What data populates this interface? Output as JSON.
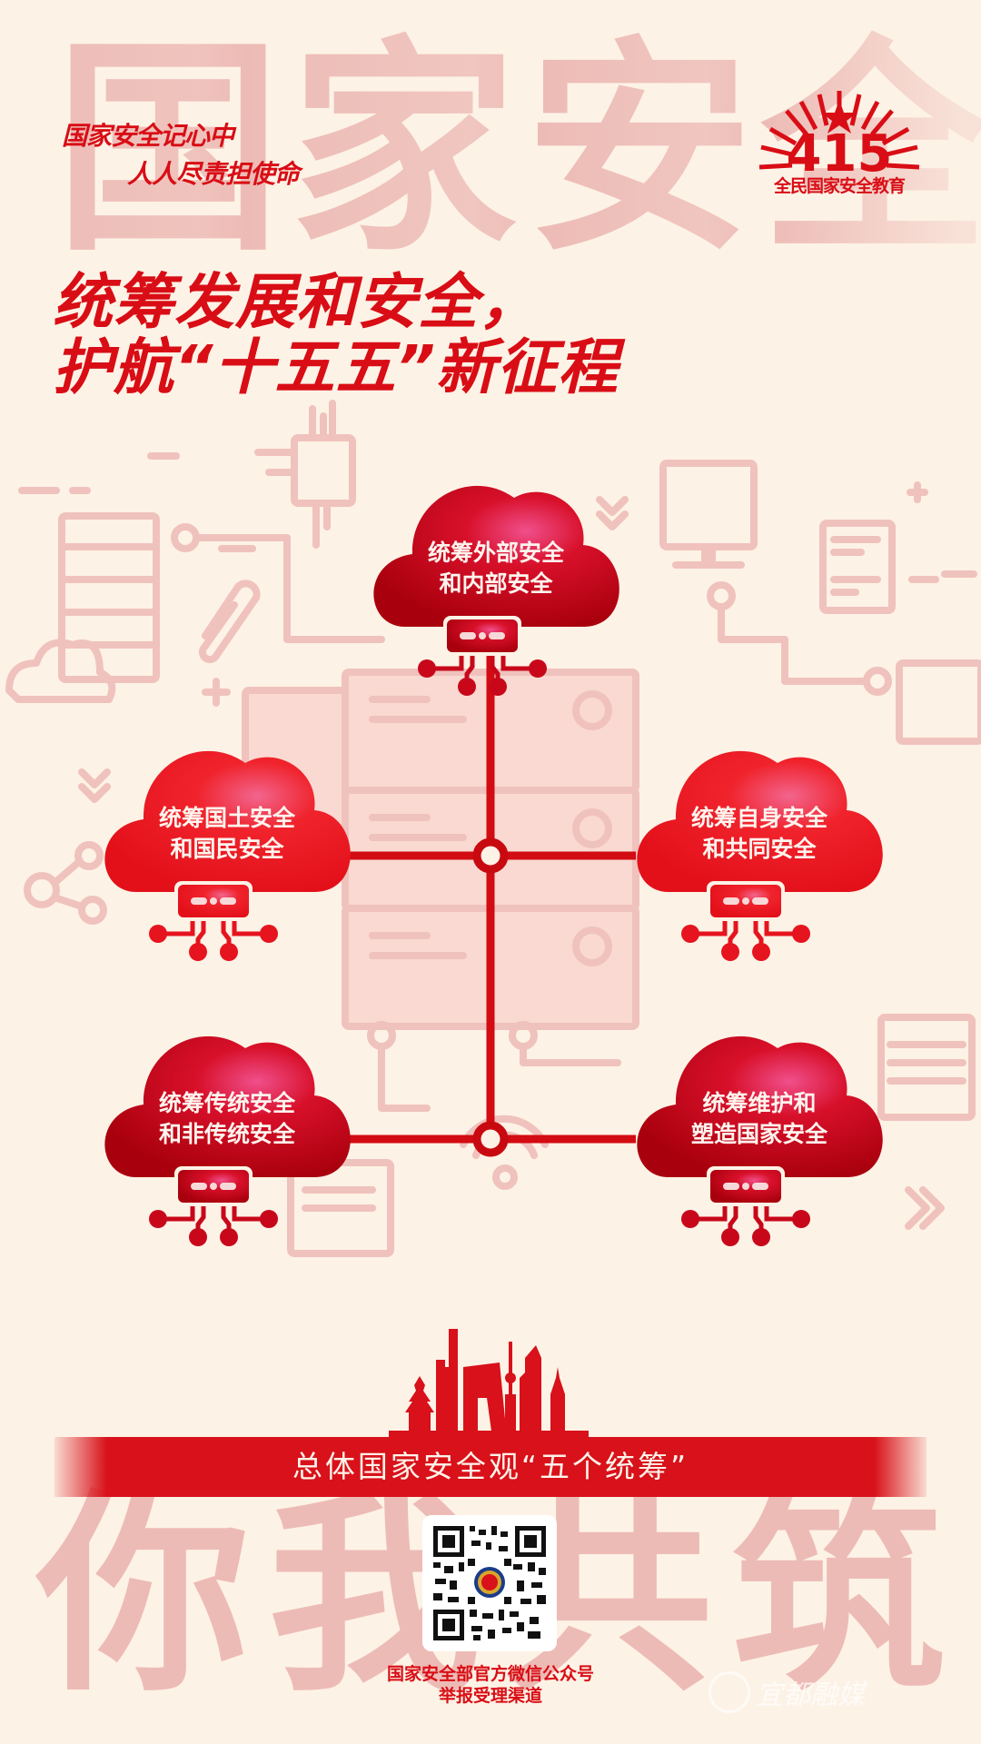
{
  "background": {
    "top_characters": [
      "国",
      "家",
      "安",
      "全"
    ],
    "bottom_characters": [
      "你",
      "我",
      "共",
      "筑"
    ],
    "color": "#fdf2e6",
    "char_color": "#e8a7a4"
  },
  "header": {
    "slogan_line1": "国家安全记心中",
    "slogan_line2": "人人尽责担使命"
  },
  "logo": {
    "number": "415",
    "caption": "全民国家安全教育"
  },
  "headline": {
    "line1": "统筹发展和安全，",
    "line2": "护航“十五五”新征程"
  },
  "diagram": {
    "accent_color": "#d90d15",
    "nodes": [
      {
        "id": "top",
        "line1": "统筹外部安全",
        "line2": "和内部安全"
      },
      {
        "id": "mid-left",
        "line1": "统筹国土安全",
        "line2": "和国民安全"
      },
      {
        "id": "mid-right",
        "line1": "统筹自身安全",
        "line2": "和共同安全"
      },
      {
        "id": "bottom-left",
        "line1": "统筹传统安全",
        "line2": "和非传统安全"
      },
      {
        "id": "bottom-right",
        "line1": "统筹维护和",
        "line2": "塑造国家安全"
      }
    ]
  },
  "banner": {
    "text": "总体国家安全观“五个统筹”"
  },
  "qr": {
    "caption_line1": "国家安全部官方微信公众号",
    "caption_line2": "举报受理渠道"
  },
  "watermark": {
    "text": "宜都融媒"
  }
}
